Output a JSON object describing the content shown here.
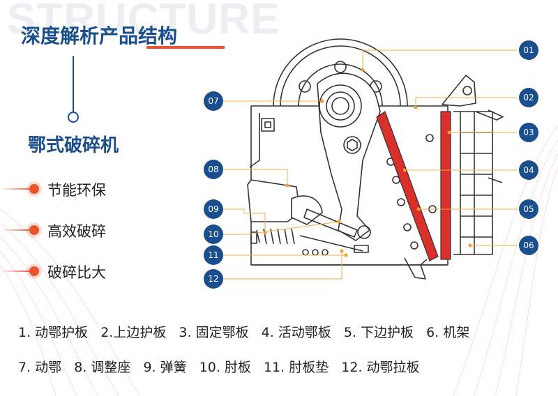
{
  "watermark": "STRUCTURE",
  "title": "深度解析产品结构",
  "product_name": "鄂式破碎机",
  "features": [
    "节能环保",
    "高效破碎",
    "破碎比大"
  ],
  "callouts": [
    "01",
    "02",
    "03",
    "04",
    "05",
    "06",
    "07",
    "08",
    "09",
    "10",
    "11",
    "12"
  ],
  "legend_row1": [
    "1. 动鄂护板",
    "2.上边护板",
    "3. 固定鄂板",
    "4. 活动鄂板",
    "5. 下边护板",
    "6. 机架"
  ],
  "legend_row2": [
    "7. 动鄂",
    "8. 调整座",
    "9. 弹簧",
    "10. 肘板",
    "11. 肘板垫",
    "12. 动鄂拉板"
  ],
  "colors": {
    "primary": "#1a4e8c",
    "accent": "#e8542f",
    "plate_red": "#d9302b",
    "marker": "#f0a030"
  }
}
